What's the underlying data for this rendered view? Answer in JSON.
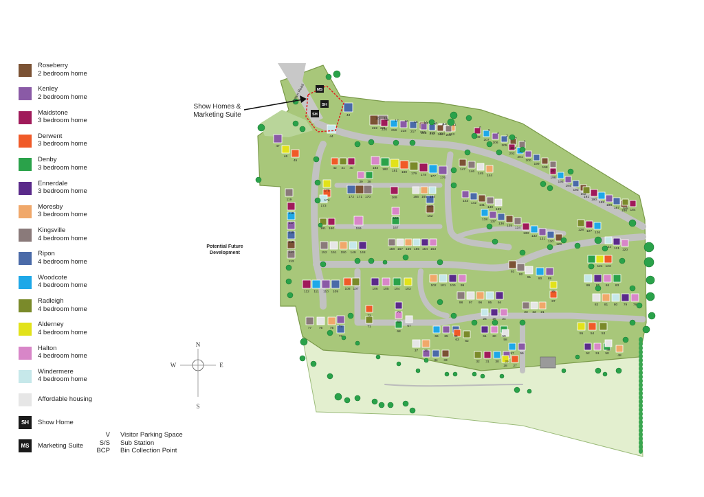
{
  "legend": {
    "items": [
      {
        "name": "Roseberry",
        "desc": "2 bedroom home",
        "color": "#7b5234"
      },
      {
        "name": "Kenley",
        "desc": "2 bedroom home",
        "color": "#8a5aa6"
      },
      {
        "name": "Maidstone",
        "desc": "3 bedroom home",
        "color": "#a01a5a"
      },
      {
        "name": "Derwent",
        "desc": "3 bedroom home",
        "color": "#f05a28"
      },
      {
        "name": "Denby",
        "desc": "3 bedroom home",
        "color": "#2aa24a"
      },
      {
        "name": "Ennerdale",
        "desc": "3 bedroom home",
        "color": "#5a2a8a"
      },
      {
        "name": "Moresby",
        "desc": "3 bedroom home",
        "color": "#f0a86a"
      },
      {
        "name": "Kingsville",
        "desc": "4 bedroom home",
        "color": "#8a7a7a"
      },
      {
        "name": "Ripon",
        "desc": "4 bedroom home",
        "color": "#4a6aa8"
      },
      {
        "name": "Woodcote",
        "desc": "4 bedroom home",
        "color": "#1ea8e8"
      },
      {
        "name": "Radleigh",
        "desc": "4 bedroom home",
        "color": "#7a8a2a"
      },
      {
        "name": "Alderney",
        "desc": "4 bedroom home",
        "color": "#e2e21a"
      },
      {
        "name": "Halton",
        "desc": "4 bedroom home",
        "color": "#d886c8"
      },
      {
        "name": "Windermere",
        "desc": "4 bedroom home",
        "color": "#c6e8ea"
      },
      {
        "name": "Affordable housing",
        "desc": "",
        "color": "#e6e6e6"
      }
    ],
    "show_home": {
      "code": "SH",
      "label": "Show Home"
    },
    "marketing_suite": {
      "code": "MS",
      "label": "Marketing Suite"
    }
  },
  "key": [
    {
      "code": "V",
      "desc": "Visitor Parking Space"
    },
    {
      "code": "S/S",
      "desc": "Sub Station"
    },
    {
      "code": "BCP",
      "desc": "Bin Collection Point"
    }
  ],
  "callout": {
    "line1": "Show Homes &",
    "line2": "Marketing Suite"
  },
  "future_development": {
    "line1": "Potential Future",
    "line2": "Development"
  },
  "road_label": "Bolton Road",
  "compass": {
    "n": "N",
    "s": "S",
    "e": "E",
    "w": "W"
  },
  "plots": [
    {
      "n": "222"
    },
    {
      "n": "221"
    },
    {
      "n": "220"
    },
    {
      "n": "219"
    },
    {
      "n": "218"
    },
    {
      "n": "217"
    },
    {
      "n": "216"
    },
    {
      "n": "215"
    },
    {
      "n": "214"
    },
    {
      "n": "213"
    },
    {
      "n": "212"
    },
    {
      "n": "211"
    },
    {
      "n": "210"
    },
    {
      "n": "209"
    },
    {
      "n": "208"
    },
    {
      "n": "207"
    },
    {
      "n": "206"
    },
    {
      "n": "205"
    },
    {
      "n": "204"
    },
    {
      "n": "203"
    },
    {
      "n": "202"
    },
    {
      "n": "201"
    },
    {
      "n": "200"
    },
    {
      "n": "199"
    },
    {
      "n": "198"
    },
    {
      "n": "197"
    },
    {
      "n": "196"
    },
    {
      "n": "195"
    },
    {
      "n": "194"
    },
    {
      "n": "193"
    },
    {
      "n": "192"
    },
    {
      "n": "191"
    },
    {
      "n": "190"
    },
    {
      "n": "189"
    },
    {
      "n": "188"
    },
    {
      "n": "187"
    },
    {
      "n": "186"
    },
    {
      "n": "185"
    },
    {
      "n": "184"
    },
    {
      "n": "183"
    },
    {
      "n": "182"
    },
    {
      "n": "181"
    },
    {
      "n": "180"
    },
    {
      "n": "179"
    },
    {
      "n": "178"
    },
    {
      "n": "177"
    },
    {
      "n": "176"
    },
    {
      "n": "175"
    },
    {
      "n": "174"
    },
    {
      "n": "173"
    },
    {
      "n": "172"
    },
    {
      "n": "171"
    },
    {
      "n": "170"
    },
    {
      "n": "169"
    },
    {
      "n": "168"
    },
    {
      "n": "167"
    },
    {
      "n": "166"
    },
    {
      "n": "165"
    },
    {
      "n": "164"
    },
    {
      "n": "163"
    },
    {
      "n": "162"
    },
    {
      "n": "161"
    },
    {
      "n": "160"
    },
    {
      "n": "159"
    },
    {
      "n": "158"
    },
    {
      "n": "157"
    },
    {
      "n": "156"
    },
    {
      "n": "155"
    },
    {
      "n": "154"
    },
    {
      "n": "153"
    },
    {
      "n": "152"
    },
    {
      "n": "151"
    },
    {
      "n": "150"
    },
    {
      "n": "149"
    },
    {
      "n": "148"
    },
    {
      "n": "147"
    },
    {
      "n": "146"
    },
    {
      "n": "145"
    },
    {
      "n": "144"
    },
    {
      "n": "143"
    },
    {
      "n": "142"
    },
    {
      "n": "141"
    },
    {
      "n": "140"
    },
    {
      "n": "139"
    },
    {
      "n": "138"
    },
    {
      "n": "137"
    },
    {
      "n": "136"
    },
    {
      "n": "135"
    },
    {
      "n": "134"
    },
    {
      "n": "133"
    },
    {
      "n": "132"
    },
    {
      "n": "131"
    },
    {
      "n": "130"
    },
    {
      "n": "129"
    },
    {
      "n": "128"
    },
    {
      "n": "127"
    },
    {
      "n": "126"
    },
    {
      "n": "125"
    },
    {
      "n": "124"
    },
    {
      "n": "123"
    },
    {
      "n": "122"
    },
    {
      "n": "121"
    },
    {
      "n": "120"
    },
    {
      "n": "119"
    },
    {
      "n": "118"
    },
    {
      "n": "117"
    },
    {
      "n": "116"
    },
    {
      "n": "115"
    },
    {
      "n": "114"
    },
    {
      "n": "113"
    },
    {
      "n": "112"
    },
    {
      "n": "111"
    },
    {
      "n": "110"
    },
    {
      "n": "109"
    },
    {
      "n": "108"
    },
    {
      "n": "107"
    },
    {
      "n": "106"
    },
    {
      "n": "105"
    },
    {
      "n": "104"
    },
    {
      "n": "103"
    },
    {
      "n": "102"
    },
    {
      "n": "101"
    },
    {
      "n": "100"
    },
    {
      "n": "99"
    },
    {
      "n": "98"
    },
    {
      "n": "97"
    },
    {
      "n": "96"
    },
    {
      "n": "95"
    },
    {
      "n": "94"
    },
    {
      "n": "93"
    },
    {
      "n": "92"
    },
    {
      "n": "91"
    },
    {
      "n": "90"
    },
    {
      "n": "89"
    },
    {
      "n": "88"
    },
    {
      "n": "87"
    },
    {
      "n": "86"
    },
    {
      "n": "85"
    },
    {
      "n": "84"
    },
    {
      "n": "83"
    },
    {
      "n": "82"
    },
    {
      "n": "81"
    },
    {
      "n": "80"
    },
    {
      "n": "79"
    },
    {
      "n": "78"
    },
    {
      "n": "77"
    },
    {
      "n": "76"
    },
    {
      "n": "75"
    },
    {
      "n": "74"
    },
    {
      "n": "73"
    },
    {
      "n": "72"
    },
    {
      "n": "71"
    },
    {
      "n": "70"
    },
    {
      "n": "69"
    },
    {
      "n": "68"
    },
    {
      "n": "67"
    },
    {
      "n": "66"
    },
    {
      "n": "65"
    },
    {
      "n": "64"
    },
    {
      "n": "63"
    },
    {
      "n": "62"
    },
    {
      "n": "61"
    },
    {
      "n": "60"
    },
    {
      "n": "59"
    },
    {
      "n": "58"
    },
    {
      "n": "57"
    },
    {
      "n": "56"
    },
    {
      "n": "55"
    },
    {
      "n": "54"
    },
    {
      "n": "53"
    },
    {
      "n": "52"
    },
    {
      "n": "51"
    },
    {
      "n": "50"
    },
    {
      "n": "49"
    },
    {
      "n": "48"
    },
    {
      "n": "47"
    },
    {
      "n": "46"
    },
    {
      "n": "45"
    },
    {
      "n": "44"
    },
    {
      "n": "43"
    },
    {
      "n": "42"
    },
    {
      "n": "41"
    },
    {
      "n": "40"
    },
    {
      "n": "39"
    },
    {
      "n": "38"
    },
    {
      "n": "37"
    },
    {
      "n": "36"
    },
    {
      "n": "35"
    },
    {
      "n": "34"
    },
    {
      "n": "33"
    },
    {
      "n": "32"
    },
    {
      "n": "31"
    },
    {
      "n": "30"
    },
    {
      "n": "29"
    },
    {
      "n": "28"
    },
    {
      "n": "27"
    },
    {
      "n": "26"
    },
    {
      "n": "25"
    },
    {
      "n": "24"
    },
    {
      "n": "23"
    },
    {
      "n": "22"
    },
    {
      "n": "21"
    },
    {
      "n": "20"
    },
    {
      "n": "19"
    },
    {
      "n": "18"
    },
    {
      "n": "17"
    },
    {
      "n": "16"
    },
    {
      "n": "15"
    },
    {
      "n": "14"
    },
    {
      "n": "13"
    },
    {
      "n": "12"
    },
    {
      "n": "11"
    },
    {
      "n": "10"
    },
    {
      "n": "9"
    },
    {
      "n": "8"
    },
    {
      "n": "7"
    },
    {
      "n": "6"
    },
    {
      "n": "5"
    },
    {
      "n": "4"
    },
    {
      "n": "3"
    },
    {
      "n": "2"
    },
    {
      "n": "1"
    }
  ]
}
